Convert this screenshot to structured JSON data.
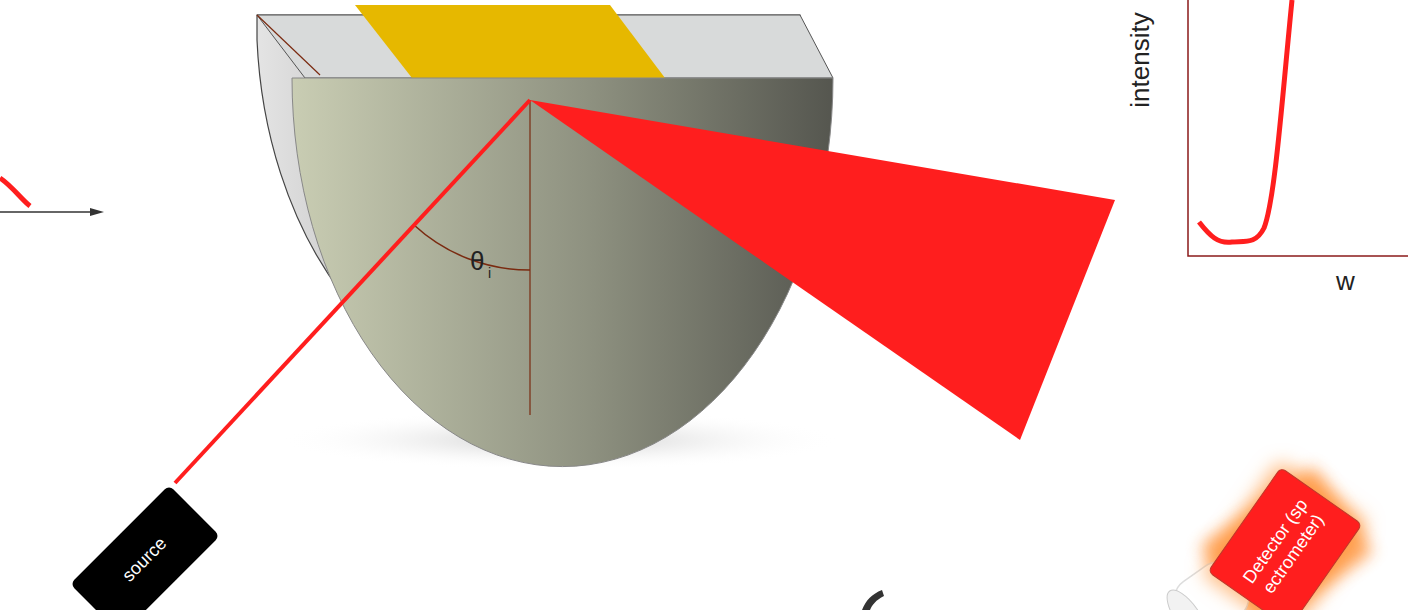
{
  "diagram": {
    "nodes": [
      {
        "text": [
          "source"
        ]
      },
      {
        "text": [
          "Detector (spectrometer)"
        ]
      }
    ],
    "labels": [
      "θ",
      "i",
      "intensity",
      "w"
    ]
  }
}
